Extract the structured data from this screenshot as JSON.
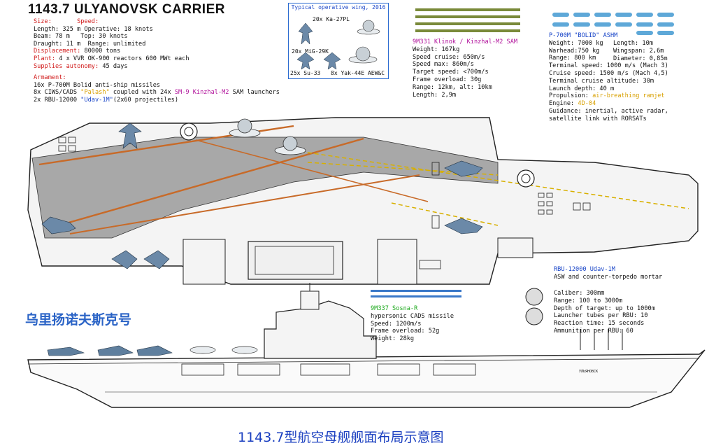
{
  "title": "1143.7 ULYANOVSK CARRIER",
  "specs": {
    "size_label": "Size:",
    "speed_label": "Speed:",
    "length": "Length: 325 m",
    "operative": "Operative: 18 knots",
    "beam": "Beam:  78  m",
    "top": "Top: 30 knots",
    "draught": "Draught: 11 m",
    "range": "Range: unlimited",
    "displacement_label": "Displacement:",
    "displacement": "80000 tons",
    "plant_label": "Plant:",
    "plant": "4 x VVR OK-900 reactors 600 MWt each",
    "supplies_label": "Supplies autonomy:",
    "supplies": "45 days",
    "armament_label": "Armament:",
    "arm1": "16x P-700M Bolid anti-ship missiles",
    "arm2_a": "8x CIWS/CADS",
    "arm2_b": "\"Palash\"",
    "arm2_c": "coupled with 24x",
    "arm2_d": "SM-9 Kinzhal-M2",
    "arm2_e": "SAM launchers",
    "arm3_a": "2x RBU-12000",
    "arm3_b": "\"Udav-1M\"",
    "arm3_c": "(2x60 projectiles)"
  },
  "wing": {
    "title": "Typical operative wing, 2016",
    "ka27": "20x Ka-27PL",
    "mig29": "20x MiG-29K",
    "su33": "25x Su-33",
    "yak44": "8x Yak-44E AEW&C"
  },
  "klinok": {
    "name": "9M331 Klinok / Kinzhal-M2 SAM",
    "lines": [
      "Weight: 167kg",
      "Speed cruise: 650m/s",
      "Speed max: 860m/s",
      "Target speed: <700m/s",
      "Frame overload: 30g",
      "Range: 12km, alt: 10km",
      "Length: 2,9m"
    ]
  },
  "bolid": {
    "name": "P-700M \"BOLID\" ASHM",
    "lines": [
      "Weight: 7000 kg",
      "Warhead:750 kg",
      "Range: 800 km",
      "Terminal  speed: 1000 m/s (Mach 3)",
      "Cruise  speed: 1500 m/s (Mach 4,5)",
      "Terminal cruise altitude: 30m",
      "Launch depth: 40 m"
    ],
    "right_lines": [
      "Length: 10m",
      "Wingspan: 2,6m",
      "Diameter: 0,85m"
    ],
    "propulsion_label": "Propulsion:",
    "propulsion": "air-breathing ramjet",
    "engine_label": "Engine:",
    "engine": "4D-04",
    "guidance": [
      "Guidance: inertial, active radar,",
      "satellite link with RORSATs"
    ]
  },
  "rbu": {
    "name": "RBU-12000 Udav-1M",
    "desc": "ASW and counter-torpedo mortar",
    "lines": [
      "Caliber: 300mm",
      "Range: 100 to 3000m",
      "Depth of target: up to 1000m",
      "Launcher tubes per RBU: 10",
      "Reaction time: 15 seconds",
      "Ammunition per RBU: 60"
    ]
  },
  "sosna": {
    "name": "9M337 Sosna-R",
    "lines": [
      "hypersonic CADS missile",
      "Speed: 1200m/s",
      "Frame overload: 52g",
      "Weight: 28kg"
    ]
  },
  "hull_name": "УЛЬЯНОВСК",
  "chinese_name": "乌里扬诺夫斯克号",
  "caption": "1143.7型航空母舰舰面布局示意图",
  "colors": {
    "red": "#d01818",
    "green": "#1aa81a",
    "blue": "#1a46c8",
    "magenta": "#b0109a",
    "orange": "#d8a000",
    "deck": "#a8a8a8",
    "runway": "#c86a28",
    "hull": "#f4f4f4"
  }
}
